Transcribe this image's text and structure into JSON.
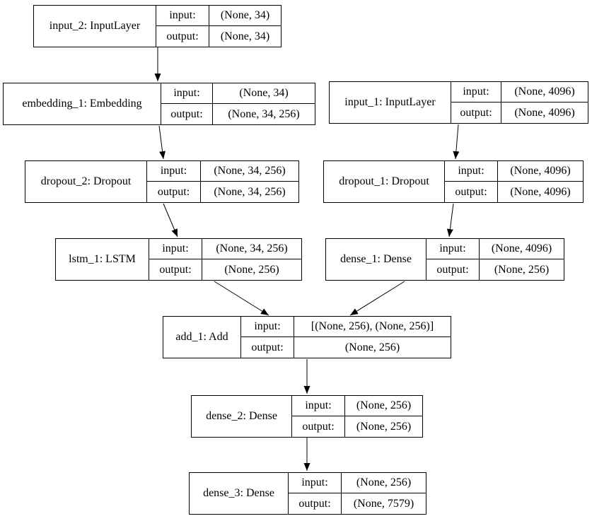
{
  "diagram": {
    "type": "keras-model-graph",
    "field_labels": {
      "input": "input:",
      "output": "output:"
    },
    "colors": {
      "border": "#000000",
      "text": "#000000",
      "background": "#ffffff",
      "edge": "#000000"
    },
    "nodes": [
      {
        "id": "input_2",
        "title": "input_2: InputLayer",
        "input_shape": "(None, 34)",
        "output_shape": "(None, 34)"
      },
      {
        "id": "embedding_1",
        "title": "embedding_1: Embedding",
        "input_shape": "(None, 34)",
        "output_shape": "(None, 34, 256)"
      },
      {
        "id": "input_1",
        "title": "input_1: InputLayer",
        "input_shape": "(None, 4096)",
        "output_shape": "(None, 4096)"
      },
      {
        "id": "dropout_2",
        "title": "dropout_2: Dropout",
        "input_shape": "(None, 34, 256)",
        "output_shape": "(None, 34, 256)"
      },
      {
        "id": "dropout_1",
        "title": "dropout_1: Dropout",
        "input_shape": "(None, 4096)",
        "output_shape": "(None, 4096)"
      },
      {
        "id": "lstm_1",
        "title": "lstm_1: LSTM",
        "input_shape": "(None, 34, 256)",
        "output_shape": "(None, 256)"
      },
      {
        "id": "dense_1",
        "title": "dense_1: Dense",
        "input_shape": "(None, 4096)",
        "output_shape": "(None, 256)"
      },
      {
        "id": "add_1",
        "title": "add_1: Add",
        "input_shape": "[(None, 256), (None, 256)]",
        "output_shape": "(None, 256)"
      },
      {
        "id": "dense_2",
        "title": "dense_2: Dense",
        "input_shape": "(None, 256)",
        "output_shape": "(None, 256)"
      },
      {
        "id": "dense_3",
        "title": "dense_3: Dense",
        "input_shape": "(None, 256)",
        "output_shape": "(None, 7579)"
      }
    ],
    "edges": [
      {
        "from": "input_2",
        "to": "embedding_1"
      },
      {
        "from": "embedding_1",
        "to": "dropout_2"
      },
      {
        "from": "dropout_2",
        "to": "lstm_1"
      },
      {
        "from": "lstm_1",
        "to": "add_1"
      },
      {
        "from": "input_1",
        "to": "dropout_1"
      },
      {
        "from": "dropout_1",
        "to": "dense_1"
      },
      {
        "from": "dense_1",
        "to": "add_1"
      },
      {
        "from": "add_1",
        "to": "dense_2"
      },
      {
        "from": "dense_2",
        "to": "dense_3"
      }
    ]
  }
}
